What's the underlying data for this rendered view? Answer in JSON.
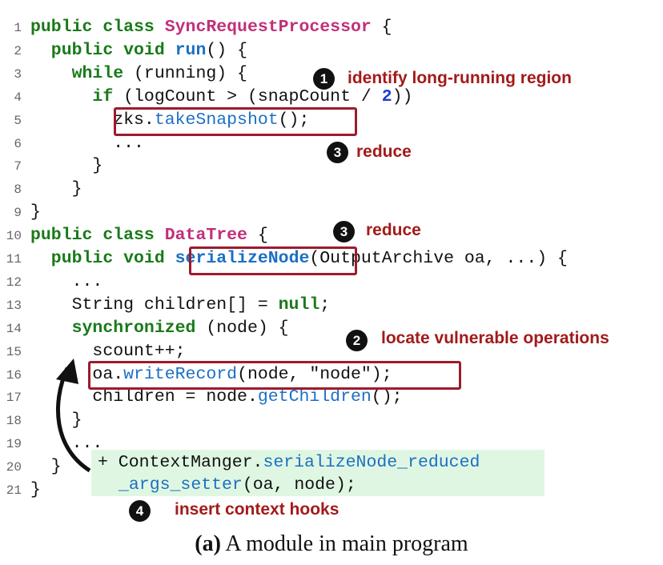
{
  "code": {
    "lines": [
      {
        "num": "1",
        "segs": [
          [
            "public class ",
            "kw"
          ],
          [
            "SyncRequestProcessor",
            "cls"
          ],
          [
            " {",
            ""
          ]
        ]
      },
      {
        "num": "2",
        "segs": [
          [
            "  public void ",
            "kw"
          ],
          [
            "run",
            "fnb"
          ],
          [
            "() {",
            ""
          ]
        ]
      },
      {
        "num": "3",
        "segs": [
          [
            "    while",
            "kw"
          ],
          [
            " (running) {",
            ""
          ]
        ]
      },
      {
        "num": "4",
        "segs": [
          [
            "      if",
            "kw"
          ],
          [
            " (logCount > (snapCount / ",
            ""
          ],
          [
            "2",
            "numl"
          ],
          [
            "))",
            ""
          ]
        ]
      },
      {
        "num": "5",
        "segs": [
          [
            "        zks.",
            ""
          ],
          [
            "takeSnapshot",
            "fn"
          ],
          [
            "();",
            ""
          ]
        ]
      },
      {
        "num": "6",
        "segs": [
          [
            "        ...",
            ""
          ]
        ]
      },
      {
        "num": "7",
        "segs": [
          [
            "      }",
            ""
          ]
        ]
      },
      {
        "num": "8",
        "segs": [
          [
            "    }",
            ""
          ]
        ]
      },
      {
        "num": "9",
        "segs": [
          [
            "}",
            ""
          ]
        ]
      },
      {
        "num": "10",
        "segs": [
          [
            "public class ",
            "kw"
          ],
          [
            "DataTree",
            "cls"
          ],
          [
            " {",
            ""
          ]
        ]
      },
      {
        "num": "11",
        "segs": [
          [
            "  public void ",
            "kw"
          ],
          [
            "serializeNode",
            "fnb"
          ],
          [
            "(OutputArchive oa, ...) {",
            ""
          ]
        ]
      },
      {
        "num": "12",
        "segs": [
          [
            "    ...",
            ""
          ]
        ]
      },
      {
        "num": "13",
        "segs": [
          [
            "    String children[] = ",
            ""
          ],
          [
            "null",
            "kw"
          ],
          [
            ";",
            ""
          ]
        ]
      },
      {
        "num": "14",
        "segs": [
          [
            "    synchronized",
            "kw"
          ],
          [
            " (node) {",
            ""
          ]
        ]
      },
      {
        "num": "15",
        "segs": [
          [
            "      scount++;",
            ""
          ]
        ]
      },
      {
        "num": "16",
        "segs": [
          [
            "      oa.",
            ""
          ],
          [
            "writeRecord",
            "fn"
          ],
          [
            "(node, \"node\");",
            ""
          ]
        ]
      },
      {
        "num": "17",
        "segs": [
          [
            "      children = node.",
            ""
          ],
          [
            "getChildren",
            "fn"
          ],
          [
            "();",
            ""
          ]
        ]
      },
      {
        "num": "18",
        "segs": [
          [
            "    }",
            ""
          ]
        ]
      },
      {
        "num": "19",
        "segs": [
          [
            "    ...",
            ""
          ]
        ]
      },
      {
        "num": "20",
        "segs": [
          [
            "  }",
            ""
          ]
        ]
      },
      {
        "num": "21",
        "segs": [
          [
            "}",
            ""
          ]
        ]
      }
    ]
  },
  "hook": {
    "line1_prefix": "+ ContextManger.",
    "line1_fn": "serializeNode_reduced",
    "line2_fn": "_args_setter",
    "line2_rest": "(oa, node);"
  },
  "annotations": {
    "a1": {
      "badge": "1",
      "label": "identify long-running region"
    },
    "a2": {
      "badge": "2",
      "label": "locate vulnerable operations"
    },
    "a3a": {
      "badge": "3",
      "label": "reduce"
    },
    "a3b": {
      "badge": "3",
      "label": "reduce"
    },
    "a4": {
      "badge": "4",
      "label": "insert context hooks"
    }
  },
  "caption": {
    "prefix": "(a)",
    "text": " A module in main program"
  },
  "colors": {
    "keyword": "#1a7a1a",
    "class": "#c0307a",
    "method": "#1c6fc4",
    "box": "#9c1b2e",
    "annotation": "#a31a1a",
    "hook_bg": "#dff7e2"
  }
}
